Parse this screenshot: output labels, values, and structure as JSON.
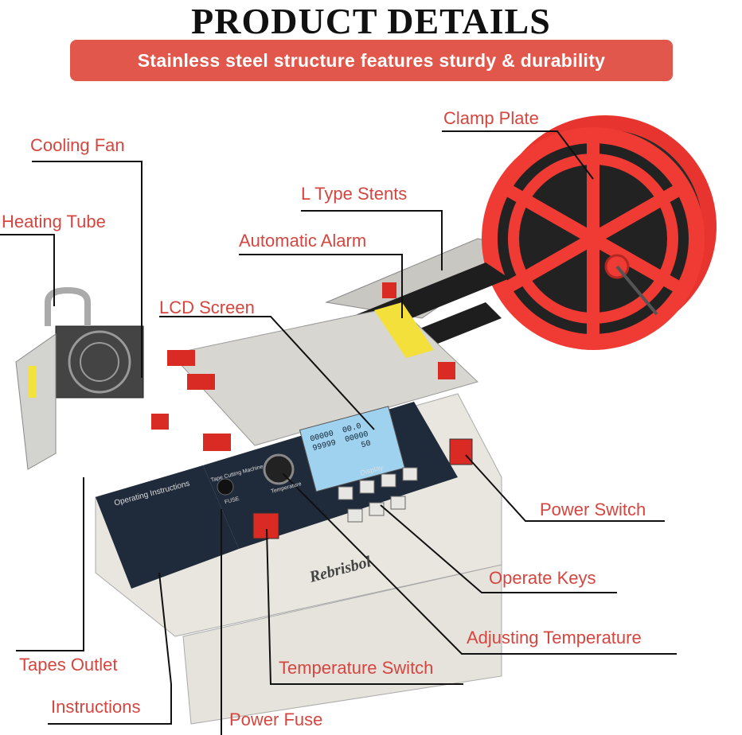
{
  "header": {
    "title": "PRODUCT DETAILS",
    "banner": "Stainless steel structure features sturdy & durability"
  },
  "labels": {
    "cooling_fan": "Cooling Fan",
    "heating_tube": "Heating Tube",
    "clamp_plate": "Clamp Plate",
    "l_type_stents": "L Type Stents",
    "automatic_alarm": "Automatic Alarm",
    "lcd_screen": "LCD Screen",
    "power_switch": "Power Switch",
    "operate_keys": "Operate Keys",
    "adjusting_temperature": "Adjusting Temperature",
    "temperature_switch": "Temperature Switch",
    "tapes_outlet": "Tapes Outlet",
    "instructions": "Instructions",
    "power_fuse": "Power Fuse"
  },
  "machine": {
    "brand": "Rebrisbol",
    "display_caption": "Display",
    "panel_title": "Operating Instructions",
    "knob_title": "Tape Cutting Machine",
    "knob_caption": "Temperature",
    "fuse_caption": "FUSE",
    "lcd": {
      "row1_left": "00000",
      "row1_right": "00.0",
      "row2_left": "99999",
      "row2_right": "00000",
      "row3_right": "50"
    }
  },
  "colors": {
    "accent": "#e2574c",
    "label": "#d4463f",
    "reel": "#e8342e",
    "lcd": "#9fd2ee",
    "body": "#e9e6df"
  }
}
